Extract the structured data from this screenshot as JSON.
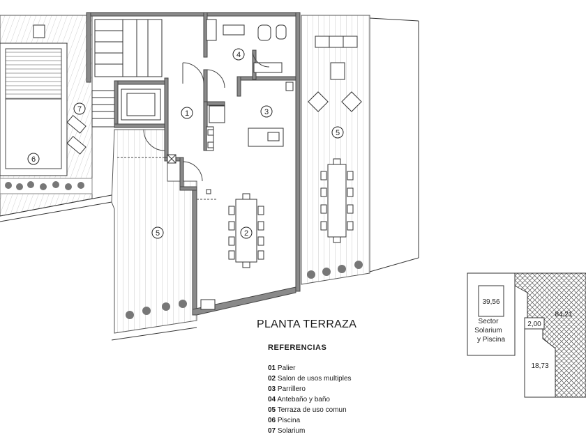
{
  "plan": {
    "title": "PLANTA TERRAZA",
    "rooms": [
      {
        "num": "1",
        "name": "Palier"
      },
      {
        "num": "2",
        "name": "Salon de usos multiples"
      },
      {
        "num": "3",
        "name": "Parrillero"
      },
      {
        "num": "4",
        "name": "Antebaño y baño"
      },
      {
        "num": "5",
        "name": "Terraza de uso comun"
      },
      {
        "num": "6",
        "name": "Piscina"
      },
      {
        "num": "7",
        "name": "Solarium"
      }
    ]
  },
  "references": {
    "title": "REFERENCIAS",
    "items": [
      {
        "code": "01",
        "label": "Palier"
      },
      {
        "code": "02",
        "label": "Salon de usos multiples"
      },
      {
        "code": "03",
        "label": "Parrillero"
      },
      {
        "code": "04",
        "label": "Antebaño y baño"
      },
      {
        "code": "05",
        "label": "Terraza de uso comun"
      },
      {
        "code": "06",
        "label": "Piscina"
      },
      {
        "code": "07",
        "label": "Solarium"
      }
    ]
  },
  "key_plan": {
    "areas": [
      "39,56",
      "84,21",
      "2,00",
      "18,73"
    ],
    "sector_label": [
      "Sector",
      "Solarium",
      "y Piscina"
    ]
  }
}
